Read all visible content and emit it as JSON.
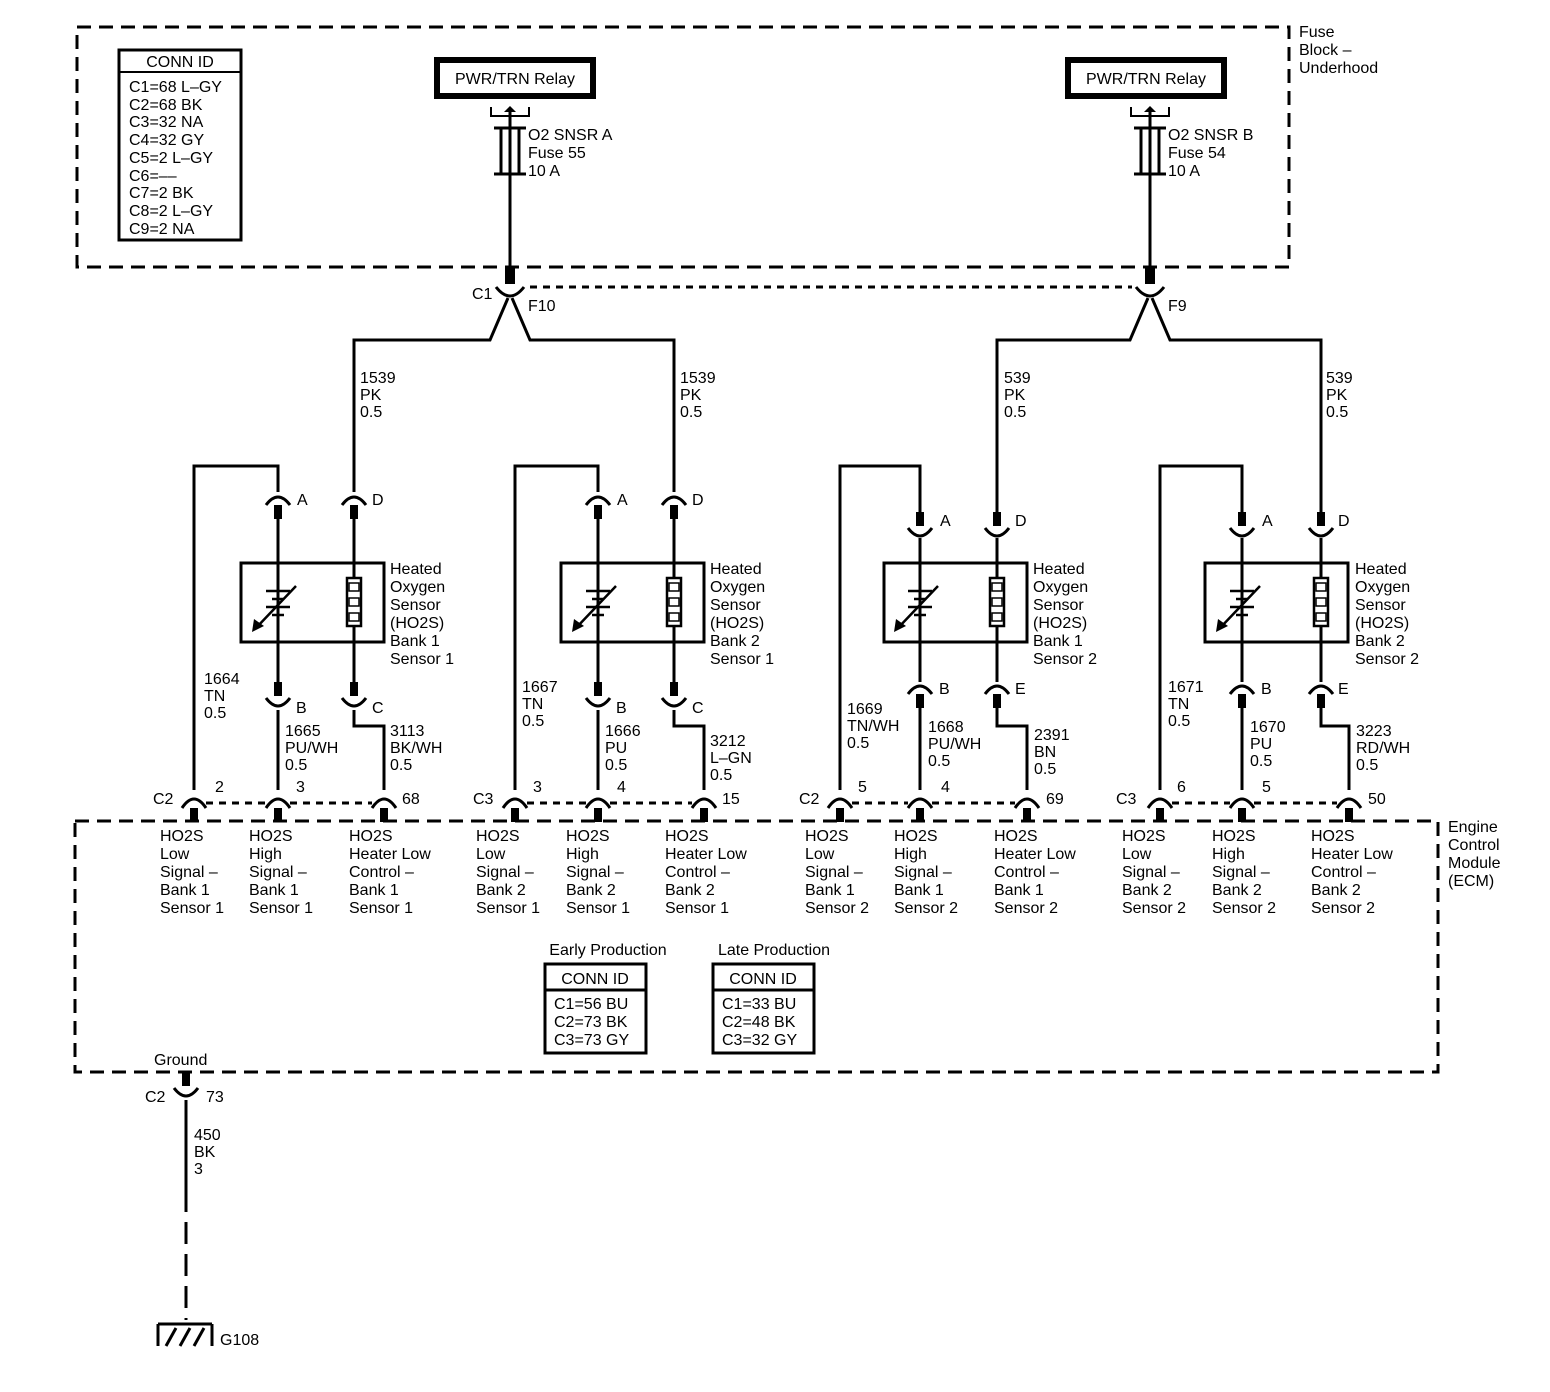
{
  "fuse_block": {
    "label": [
      "Fuse",
      "Block –",
      "Underhood"
    ],
    "conn_id": {
      "title": "CONN ID",
      "rows": [
        "C1=68 L–GY",
        "C2=68 BK",
        "C3=32 NA",
        "C4=32 GY",
        "C5=2 L–GY",
        "C6=––",
        "C7=2 BK",
        "C8=2 L–GY",
        "C9=2 NA"
      ]
    },
    "relays": [
      {
        "label": "PWR/TRN Relay",
        "fuse_lines": [
          "O2 SNSR A",
          "Fuse 55",
          "10 A"
        ]
      },
      {
        "label": "PWR/TRN Relay",
        "fuse_lines": [
          "O2 SNSR B",
          "Fuse 54",
          "10 A"
        ]
      }
    ]
  },
  "c1_connector": {
    "left": {
      "conn": "C1",
      "pin": "F10"
    },
    "right": {
      "pin": "F9"
    }
  },
  "feed_wires": [
    [
      "1539",
      "PK",
      "0.5"
    ],
    [
      "1539",
      "PK",
      "0.5"
    ],
    [
      "539",
      "PK",
      "0.5"
    ],
    [
      "539",
      "PK",
      "0.5"
    ]
  ],
  "sensors": [
    {
      "label": [
        "Heated",
        "Oxygen",
        "Sensor",
        "(HO2S)",
        "Bank 1",
        "Sensor 1"
      ],
      "pins_top": [
        "A",
        "D"
      ],
      "pins_bottom": [
        "B",
        "C"
      ],
      "wires": [
        [
          "1664",
          "TN",
          "0.5"
        ],
        [
          "1665",
          "PU/WH",
          "0.5"
        ],
        [
          "3113",
          "BK/WH",
          "0.5"
        ]
      ],
      "ecm_conn": "C2",
      "ecm_pins": [
        "2",
        "3",
        "68"
      ]
    },
    {
      "label": [
        "Heated",
        "Oxygen",
        "Sensor",
        "(HO2S)",
        "Bank 2",
        "Sensor 1"
      ],
      "pins_top": [
        "A",
        "D"
      ],
      "pins_bottom": [
        "B",
        "C"
      ],
      "wires": [
        [
          "1667",
          "TN",
          "0.5"
        ],
        [
          "1666",
          "PU",
          "0.5"
        ],
        [
          "3212",
          "L–GN",
          "0.5"
        ]
      ],
      "ecm_conn": "C3",
      "ecm_pins": [
        "3",
        "4",
        "15"
      ]
    },
    {
      "label": [
        "Heated",
        "Oxygen",
        "Sensor",
        "(HO2S)",
        "Bank 1",
        "Sensor 2"
      ],
      "pins_top": [
        "A",
        "D"
      ],
      "pins_bottom": [
        "B",
        "E"
      ],
      "wires": [
        [
          "1669",
          "TN/WH",
          "0.5"
        ],
        [
          "1668",
          "PU/WH",
          "0.5"
        ],
        [
          "2391",
          "BN",
          "0.5"
        ]
      ],
      "ecm_conn": "C2",
      "ecm_pins": [
        "5",
        "4",
        "69"
      ]
    },
    {
      "label": [
        "Heated",
        "Oxygen",
        "Sensor",
        "(HO2S)",
        "Bank 2",
        "Sensor 2"
      ],
      "pins_top": [
        "A",
        "D"
      ],
      "pins_bottom": [
        "B",
        "E"
      ],
      "wires": [
        [
          "1671",
          "TN",
          "0.5"
        ],
        [
          "1670",
          "PU",
          "0.5"
        ],
        [
          "3223",
          "RD/WH",
          "0.5"
        ]
      ],
      "ecm_conn": "C3",
      "ecm_pins": [
        "6",
        "5",
        "50"
      ]
    }
  ],
  "ecm": {
    "label": [
      "Engine",
      "Control",
      "Module",
      "(ECM)"
    ],
    "circuits": [
      [
        "HO2S",
        "Low",
        "Signal –",
        "Bank 1",
        "Sensor 1"
      ],
      [
        "HO2S",
        "High",
        "Signal –",
        "Bank 1",
        "Sensor 1"
      ],
      [
        "HO2S",
        "Heater Low",
        "Control –",
        "Bank 1",
        "Sensor 1"
      ],
      [
        "HO2S",
        "Low",
        "Signal –",
        "Bank 2",
        "Sensor 1"
      ],
      [
        "HO2S",
        "High",
        "Signal –",
        "Bank 2",
        "Sensor 1"
      ],
      [
        "HO2S",
        "Heater Low",
        "Control –",
        "Bank 2",
        "Sensor 1"
      ],
      [
        "HO2S",
        "Low",
        "Signal –",
        "Bank 1",
        "Sensor 2"
      ],
      [
        "HO2S",
        "High",
        "Signal –",
        "Bank 1",
        "Sensor 2"
      ],
      [
        "HO2S",
        "Heater Low",
        "Control –",
        "Bank 1",
        "Sensor 2"
      ],
      [
        "HO2S",
        "Low",
        "Signal –",
        "Bank 2",
        "Sensor 2"
      ],
      [
        "HO2S",
        "High",
        "Signal –",
        "Bank 2",
        "Sensor 2"
      ],
      [
        "HO2S",
        "Heater Low",
        "Control –",
        "Bank 2",
        "Sensor 2"
      ]
    ],
    "production_tables": [
      {
        "heading": "Early Production",
        "title": "CONN ID",
        "rows": [
          "C1=56 BU",
          "C2=73 BK",
          "C3=73 GY"
        ]
      },
      {
        "heading": "Late Production",
        "title": "CONN ID",
        "rows": [
          "C1=33 BU",
          "C2=48 BK",
          "C3=32 GY"
        ]
      }
    ],
    "ground": {
      "label": "Ground",
      "conn": "C2",
      "pin": "73"
    }
  },
  "ground_wire": [
    "450",
    "BK",
    "3"
  ],
  "ground_point": "G108"
}
